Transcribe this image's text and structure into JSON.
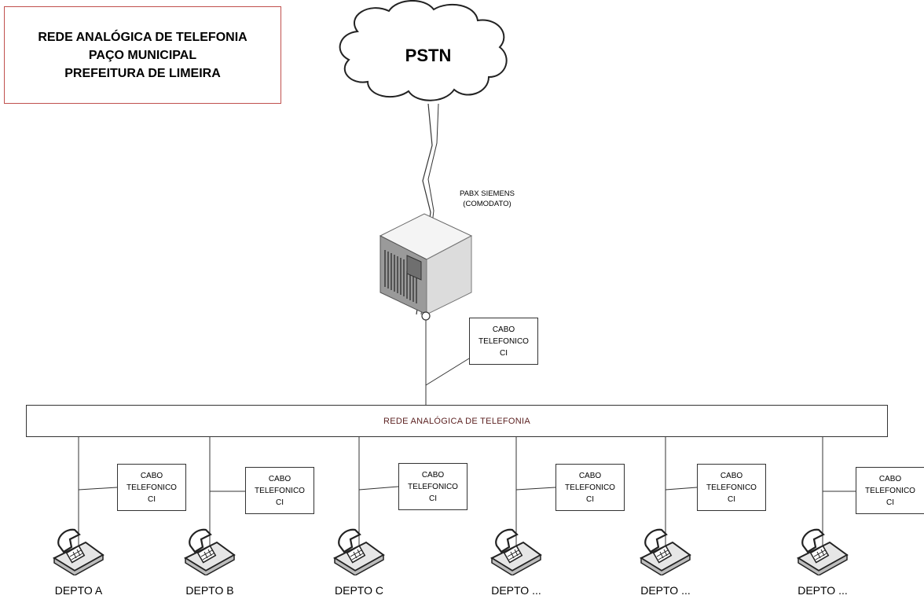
{
  "title": {
    "line1": "REDE ANALÓGICA DE TELEFONIA",
    "line2": "PAÇO MUNICIPAL",
    "line3": "PREFEITURA DE LIMEIRA"
  },
  "cloud": {
    "label": "PSTN"
  },
  "pabx": {
    "line1": "PABX SIEMENS",
    "line2": "(COMODATO)"
  },
  "main_cable": {
    "line1": "CABO",
    "line2": "TELEFONICO",
    "line3": "CI"
  },
  "network": {
    "label": "REDE ANALÓGICA DE TELEFONIA"
  },
  "branches": [
    {
      "dept": "DEPTO A",
      "cable": {
        "line1": "CABO",
        "line2": "TELEFONICO",
        "line3": "CI"
      }
    },
    {
      "dept": "DEPTO B",
      "cable": {
        "line1": "CABO",
        "line2": "TELEFONICO",
        "line3": "CI"
      }
    },
    {
      "dept": "DEPTO C",
      "cable": {
        "line1": "CABO",
        "line2": "TELEFONICO",
        "line3": "CI"
      }
    },
    {
      "dept": "DEPTO ...",
      "cable": {
        "line1": "CABO",
        "line2": "TELEFONICO",
        "line3": "CI"
      }
    },
    {
      "dept": "DEPTO ...",
      "cable": {
        "line1": "CABO",
        "line2": "TELEFONICO",
        "line3": "CI"
      }
    },
    {
      "dept": "DEPTO ...",
      "cable": {
        "line1": "CABO",
        "line2": "TELEFONICO",
        "line3": "CI"
      }
    }
  ],
  "colors": {
    "title_border": "#c0504d",
    "network_text": "#5a1f1f"
  }
}
